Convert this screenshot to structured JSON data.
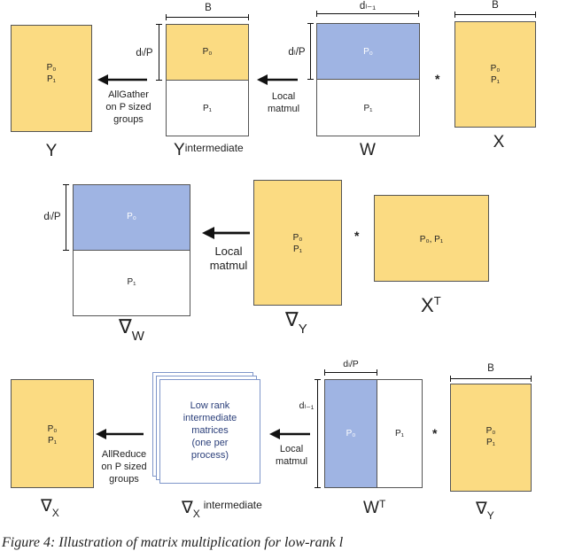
{
  "row1": {
    "Y": {
      "label": "Y",
      "cell": "P₀\nP₁"
    },
    "allgather": "AllGather\non P sized\ngroups",
    "Yint": {
      "label": "Y",
      "sup": "intermediate",
      "top": "P₀",
      "bottom": "P₁",
      "dimB": "B",
      "dimdl": "dₗ/P"
    },
    "local": "Local\nmatmul",
    "W": {
      "label": "W",
      "top": "P₀",
      "bottom": "P₁",
      "dimtop": "dₗ₋₁",
      "dimdl": "dₗ/P"
    },
    "star": "*",
    "X": {
      "label": "X",
      "cell": "P₀\nP₁",
      "dimB": "B"
    }
  },
  "row2": {
    "gradW": {
      "label": "∇",
      "sub": "W",
      "top": "P₀",
      "bottom": "P₁",
      "dimdl": "dₗ/P"
    },
    "local": "Local\nmatmul",
    "gradY": {
      "label": "∇",
      "sub": "Y",
      "cell": "P₀\nP₁"
    },
    "star": "*",
    "XT": {
      "label": "X",
      "sup": "T",
      "cell": "P₀, P₁"
    }
  },
  "row3": {
    "gradX": {
      "label": "∇",
      "sub": "X",
      "cell": "P₀\nP₁"
    },
    "allreduce": "AllReduce\non P sized\ngroups",
    "lowrank": {
      "text": "Low rank\nintermediate\nmatrices\n(one per\nprocess)",
      "label": "∇",
      "sub": "X",
      "sup": "intermediate"
    },
    "local": "Local\nmatmul",
    "WT": {
      "label": "W",
      "sup": "T",
      "left": "P₀",
      "right": "P₁",
      "dimtop": "dₗ/P",
      "dimside": "dₗ₋₁"
    },
    "star": "*",
    "gradY": {
      "label": "∇",
      "sub": "Y",
      "cell": "P₀\nP₁",
      "dimB": "B"
    }
  },
  "caption": "Figure 4: Illustration of matrix multiplication for low-rank l"
}
